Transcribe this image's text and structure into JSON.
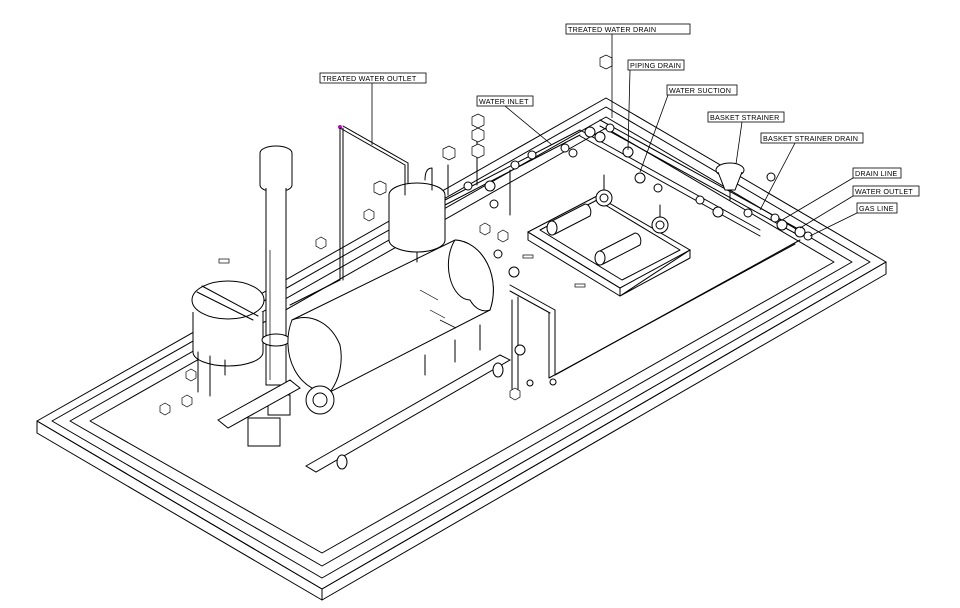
{
  "drawing": {
    "accent_color": "#cc00cc",
    "line_color": "#000000",
    "background": "#ffffff"
  },
  "callouts": {
    "treated_water_drain": "TREATED WATER DRAIN",
    "treated_water_outlet": "TREATED WATER OUTLET",
    "piping_drain": "PIPING DRAIN",
    "water_suction": "WATER SUCTION",
    "water_inlet": "WATER INLET",
    "basket_strainer": "BASKET STRAINER",
    "basket_strainer_drain": "BASKET STRAINER DRAIN",
    "drain_line": "DRAIN LINE",
    "water_outlet": "WATER OUTLET",
    "gas_line": "GAS LINE"
  }
}
